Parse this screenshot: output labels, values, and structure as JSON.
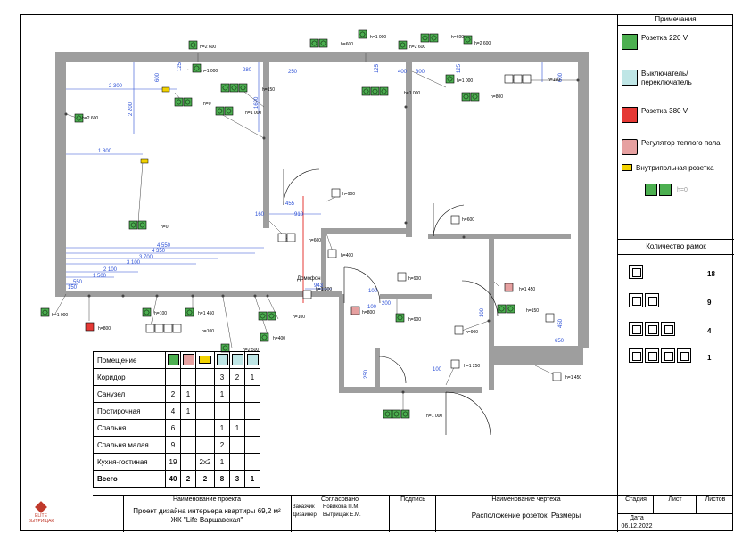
{
  "legend": {
    "title": "Примечания",
    "items": [
      {
        "label": "Розетка 220 V",
        "icon": "socket-220-icon",
        "color": "#4caf50"
      },
      {
        "label": "Выключатель/ переключатель",
        "icon": "switch-icon",
        "color": "#bfe6e6"
      },
      {
        "label": "Розетка 380 V",
        "icon": "socket-380-icon",
        "color": "#e53935"
      },
      {
        "label": "Регулятор теплого пола",
        "icon": "floor-heat-icon",
        "color": "#e6a0a0"
      },
      {
        "label": "Внутрипольная розетка",
        "icon": "floor-socket-icon",
        "color": "#f2d200"
      }
    ],
    "floor_socket_height": "h=0"
  },
  "frames": {
    "title": "Количество рамок",
    "rows": [
      {
        "count": "18"
      },
      {
        "count": "9"
      },
      {
        "count": "4"
      },
      {
        "count": "1"
      }
    ]
  },
  "qty_table": {
    "header": "Помещение",
    "rows": [
      {
        "room": "Коридор",
        "cells": [
          "",
          "",
          "",
          "3",
          "2",
          "1"
        ]
      },
      {
        "room": "Санузел",
        "cells": [
          "2",
          "1",
          "",
          "1",
          "",
          ""
        ]
      },
      {
        "room": "Постирочная",
        "cells": [
          "4",
          "1",
          "",
          "",
          "",
          ""
        ]
      },
      {
        "room": "Спальня",
        "cells": [
          "6",
          "",
          "",
          "1",
          "1",
          ""
        ]
      },
      {
        "room": "Спальня малая",
        "cells": [
          "9",
          "",
          "",
          "2",
          "",
          ""
        ]
      },
      {
        "room": "Кухня-гостиная",
        "cells": [
          "19",
          "",
          "2x2",
          "1",
          "",
          ""
        ]
      }
    ],
    "total": {
      "room": "Всего",
      "cells": [
        "40",
        "2",
        "2",
        "8",
        "3",
        "1"
      ]
    }
  },
  "title_block": {
    "project_header": "Наименование проекта",
    "project_name": "Проект дизайна интерьера квартиры 69,2 м²",
    "project_sub": "ЖК \"Life Варшавская\"",
    "agreed": "Согласовано",
    "signature": "Подпись",
    "customer_role": "Заказчик",
    "customer": "Новикова П.М.",
    "designer_role": "Дизайнер",
    "designer": "Вытрищак Е.М.",
    "drawing_header": "Наименование чертежа",
    "drawing_name": "Расположение розеток. Размеры",
    "stage": "Стадия",
    "sheet": "Лист",
    "sheets": "Листов",
    "date_label": "Дата",
    "date": "06.12.2022",
    "logo_text": "ELITE ВЫТРИЩАК"
  },
  "plan_labels": {
    "intercom": "Домофон",
    "dims": [
      "2 300",
      "2 200",
      "1 800",
      "600",
      "125",
      "280",
      "1690",
      "250",
      "125",
      "400",
      "300",
      "125",
      "600",
      "455",
      "910",
      "160",
      "4 550",
      "4 350",
      "3 700",
      "3 100",
      "2 100",
      "1 500",
      "550",
      "150",
      "943",
      "100",
      "200",
      "100",
      "250",
      "100",
      "650",
      "450",
      "100"
    ],
    "heights": [
      "h=2 600",
      "h=1 000",
      "h=600",
      "h=1 000",
      "h=2 600",
      "h=600",
      "h=2 600",
      "h=1 000",
      "h=0",
      "h=1 000",
      "h=150",
      "h=800",
      "h=150",
      "h=2 600",
      "h=1 000",
      "h=0",
      "h=900",
      "h=600",
      "h=400",
      "h=600",
      "h=1 300",
      "h=900",
      "h=800",
      "h=1 450",
      "h=150",
      "h=900",
      "h=900",
      "h=1 250",
      "h=1 450",
      "h=1 000",
      "h=100",
      "h=1 000",
      "h=800",
      "h=100",
      "h=1 450",
      "h=2 500",
      "h=100",
      "h=400"
    ]
  }
}
